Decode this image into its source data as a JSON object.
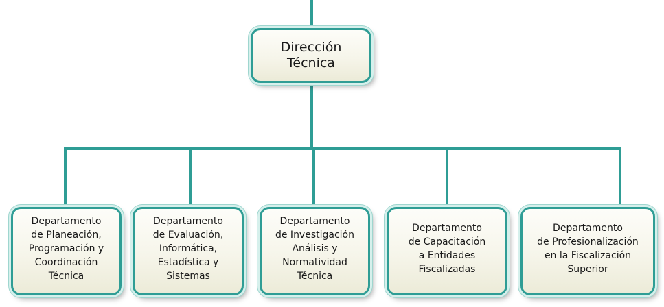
{
  "chart": {
    "root": {
      "label": "Dirección\nTécnica"
    },
    "children": [
      {
        "label": "Departamento\nde Planeación,\nProgramación y\nCoordinación\nTécnica"
      },
      {
        "label": "Departamento\nde Evaluación,\nInformática,\nEstadística y\nSistemas"
      },
      {
        "label": "Departamento\nde Investigación\nAnálisis y\nNormatividad\nTécnica"
      },
      {
        "label": "Departamento\nde Capacitación\na Entidades\nFiscalizadas"
      },
      {
        "label": "Departamento\nde Profesionalización\nen la Fiscalización\nSuperior"
      }
    ]
  },
  "colors": {
    "connector": "#2f9d95",
    "node_border": "#2f9d95",
    "node_fill": "#f6f5ea",
    "text": "#1a1a1a"
  }
}
